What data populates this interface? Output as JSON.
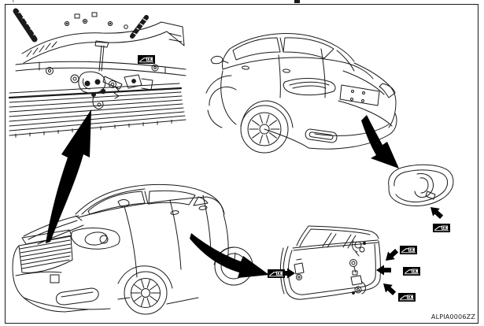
{
  "figure": {
    "code": "ALPIA0006ZZ"
  },
  "colors": {
    "line": "#1a1a1a",
    "background": "#ffffff",
    "tag_background": "#000000",
    "tag_glyph": "#ffffff"
  },
  "icons": {
    "tag": "vehicle-tag-icon",
    "small_arrow": "callout-arrow-icon",
    "large_arrow": "detail-leader-arrow-icon"
  },
  "callout_tags": [
    {
      "location": "engine-compartment-hood-lock"
    },
    {
      "location": "trunk-lid-lock"
    },
    {
      "location": "door-rear-edge-top"
    },
    {
      "location": "door-rear-edge-middle"
    },
    {
      "location": "door-rear-edge-bottom"
    },
    {
      "location": "door-front-edge"
    }
  ]
}
